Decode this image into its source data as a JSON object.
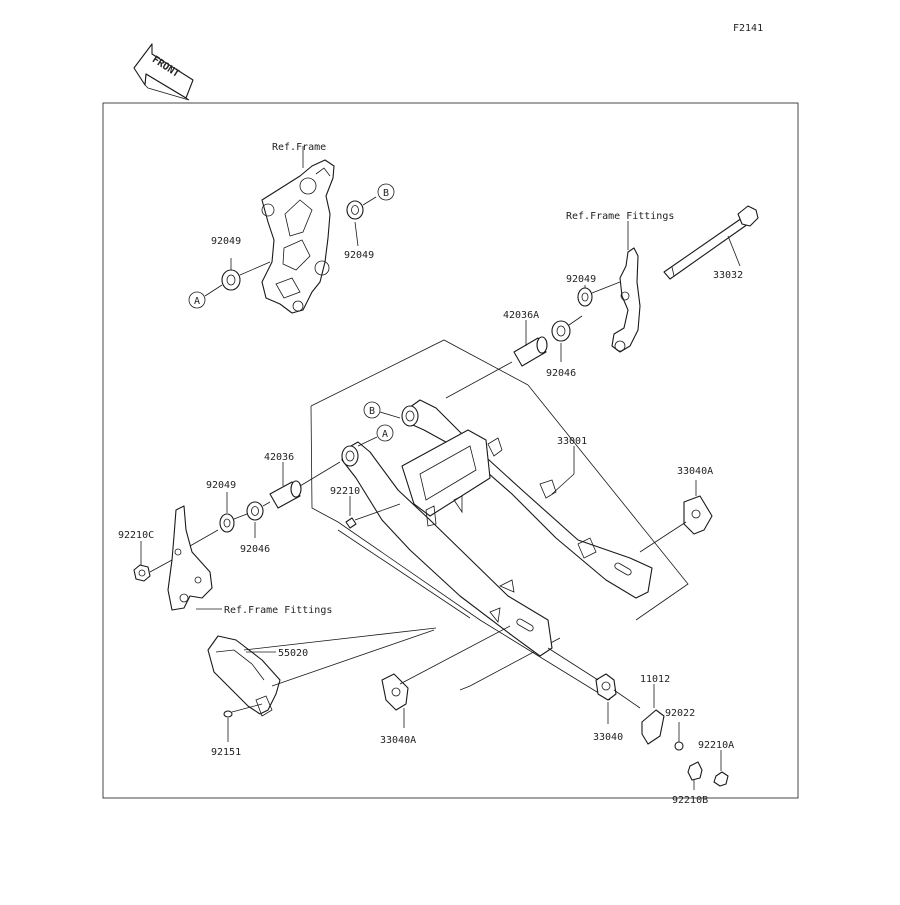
{
  "diagram": {
    "code": "F2141",
    "front_label": "FRONT",
    "refs": {
      "frame": "Ref.Frame",
      "frame_fittings_top": "Ref.Frame Fittings",
      "frame_fittings_left": "Ref.Frame Fittings"
    },
    "callouts": {
      "a_left": "A",
      "b_right": "B",
      "a_arm": "A",
      "b_arm": "B"
    },
    "part_labels": {
      "p92049_a": "92049",
      "p92049_b": "92049",
      "p92049_c": "92049",
      "p92049_d": "92049",
      "p33032": "33032",
      "p42036a": "42036A",
      "p92046_a": "92046",
      "p92046_b": "92046",
      "p33001": "33001",
      "p33040a_a": "33040A",
      "p33040a_b": "33040A",
      "p42036": "42036",
      "p92210": "92210",
      "p92210c": "92210C",
      "p55020": "55020",
      "p92151": "92151",
      "p33040": "33040",
      "p11012": "11012",
      "p92022": "92022",
      "p92210a": "92210A",
      "p92210b": "92210B"
    }
  }
}
